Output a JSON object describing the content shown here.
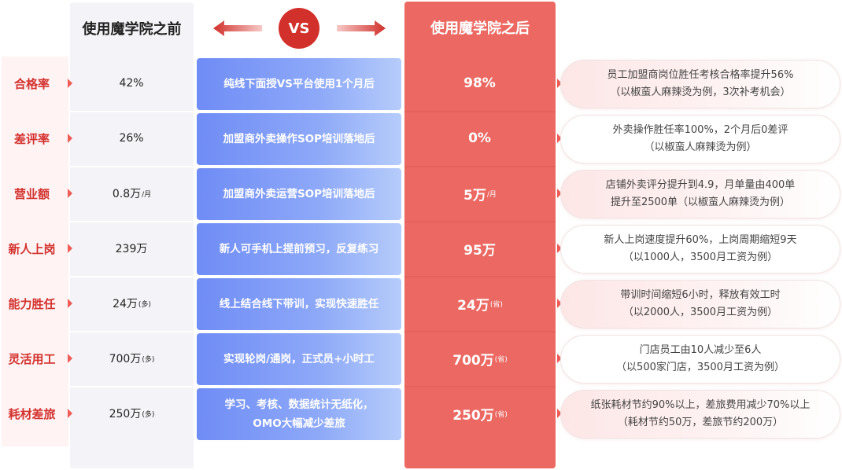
{
  "header": {
    "before_title": "使用魔学院之前",
    "vs_label": "VS",
    "after_title": "使用魔学院之后"
  },
  "rows": [
    {
      "label": "合格率",
      "before": "42%",
      "before_unit": "",
      "method": "纯线下面授VS平台使用1个月后",
      "after": "98%",
      "after_unit": "",
      "note": "员工加盟商岗位胜任考核合格率提升56%\n（以椒蛮人麻辣烫为例，3次补考机会）",
      "note_style": "pink"
    },
    {
      "label": "差评率",
      "before": "26%",
      "before_unit": "",
      "method": "加盟商外卖操作SOP培训落地后",
      "after": "0%",
      "after_unit": "",
      "note": "外卖操作胜任率100%，2个月后0差评\n（以椒蛮人麻辣烫为例）",
      "note_style": "white"
    },
    {
      "label": "营业额",
      "before": "0.8万",
      "before_unit": "/月",
      "method": "加盟商外卖运营SOP培训落地后",
      "after": "5万",
      "after_unit": "/月",
      "note": "店铺外卖评分提升到4.9，月单量由400单\n提升至2500单（以椒蛮人麻辣烫为例）",
      "note_style": "pink"
    },
    {
      "label": "新人上岗",
      "before": "239万",
      "before_unit": "",
      "method": "新人可手机上提前预习，反复练习",
      "after": "95万",
      "after_unit": "",
      "note": "新人上岗速度提升60%，上岗周期缩短9天\n（以1000人，3500月工资为例）",
      "note_style": "white"
    },
    {
      "label": "能力胜任",
      "before": "24万",
      "before_unit": "(多)",
      "method": "线上结合线下带训，实现快速胜任",
      "after": "24万",
      "after_unit": "(省)",
      "note": "带训时间缩短6小时，释放有效工时\n（以2000人，3500月工资为例）",
      "note_style": "pink"
    },
    {
      "label": "灵活用工",
      "before": "700万",
      "before_unit": "(多)",
      "method": "实现轮岗/通岗，正式员+小时工",
      "after": "700万",
      "after_unit": "(省)",
      "note": "门店员工由10人减少至6人\n（以500家门店，3500月工资为例）",
      "note_style": "white"
    },
    {
      "label": "耗材差旅",
      "before": "250万",
      "before_unit": "(多)",
      "method": "学习、考核、数据统计无纸化，\nOMO大幅减少差旅",
      "after": "250万",
      "after_unit": "(省)",
      "note": "纸张耗材节约90%以上，差旅费用减少70%以上\n（耗材节约50万，差旅节约200万）",
      "note_style": "pink"
    }
  ],
  "colors": {
    "accent_red": "#d1302b",
    "after_col": "#ec6963",
    "method_blue": "#6f8cf6"
  }
}
